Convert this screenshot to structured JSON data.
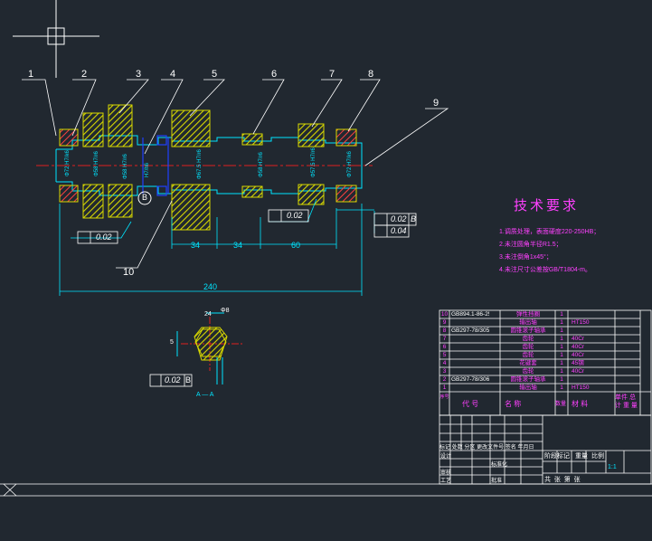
{
  "colors": {
    "background": "#212830",
    "geometry": "#00e5ff",
    "hatch": "#e0e000",
    "centerline": "#e02020",
    "leader": "#ffffff",
    "magenta": "#ff30ff",
    "tech_text": "#ff40ff",
    "blue": "#2040ff",
    "table_line": "#ffffff",
    "table_text": "#ff40ff"
  },
  "balloons": [
    "1",
    "2",
    "3",
    "4",
    "5",
    "6",
    "7",
    "8",
    "9",
    "10"
  ],
  "datum_label": "B",
  "dimensions": {
    "d34a": "34",
    "d34b": "34",
    "d60": "60",
    "d240": "240",
    "tol_runout_left": "0.02",
    "tol_runout_mid": "0.02",
    "tol_runout_right_1": "0.02",
    "tol_runout_right_1_datum": "B",
    "tol_runout_right_2": "0.04",
    "tol_section": "0.02",
    "tol_section_datum": "B",
    "section_label": "A — A",
    "section_dim_top": "24",
    "section_dim_top2": "Φ8",
    "section_dim_left": "5"
  },
  "tech": {
    "title": "技术要求",
    "items": [
      "1.调质处理，表面硬度220-250HB；",
      "2.未注圆角半径R1.5；",
      "3.未注倒角1x45°；",
      "4.未注尺寸公差按GB/T1804-m。"
    ]
  },
  "parts_table": {
    "rows": [
      {
        "no": "10",
        "code": "GB894.1-86-25",
        "name": "弹性挡圈",
        "qty": "1",
        "mat": ""
      },
      {
        "no": "9",
        "code": "",
        "name": "输出轴",
        "qty": "1",
        "mat": "HT150"
      },
      {
        "no": "8",
        "code": "GB297-78/305",
        "name": "圆锥滚子轴承",
        "qty": "1",
        "mat": ""
      },
      {
        "no": "7",
        "code": "",
        "name": "齿轮",
        "qty": "1",
        "mat": "40Cr"
      },
      {
        "no": "6",
        "code": "",
        "name": "齿轮",
        "qty": "1",
        "mat": "40Cr"
      },
      {
        "no": "5",
        "code": "",
        "name": "齿轮",
        "qty": "1",
        "mat": "40Cr"
      },
      {
        "no": "4",
        "code": "",
        "name": "花键套",
        "qty": "1",
        "mat": "45钢"
      },
      {
        "no": "3",
        "code": "",
        "name": "齿轮",
        "qty": "1",
        "mat": "40Cr"
      },
      {
        "no": "2",
        "code": "GB297-78/306",
        "name": "圆锥滚子轴承",
        "qty": "1",
        "mat": ""
      },
      {
        "no": "1",
        "code": "",
        "name": "输出轴",
        "qty": "1",
        "mat": "HT150"
      }
    ],
    "header": {
      "no": "序号",
      "code": "代 号",
      "name": "名 称",
      "qty": "数量",
      "mat": "材 料",
      "note": "单件 总计 重 量"
    }
  },
  "title_block": {
    "rev_cols": [
      "标记",
      "处数",
      "分区",
      "更改文件号",
      "签名",
      "年月日"
    ],
    "rows_left": [
      "设计",
      "审核",
      "工艺"
    ],
    "std_label": "标准化",
    "approve_label": "批准",
    "stage": "阶段标记",
    "weight": "重量",
    "scale": "比例",
    "scale_val": "1:1",
    "sheets": "共  张  第  张"
  }
}
